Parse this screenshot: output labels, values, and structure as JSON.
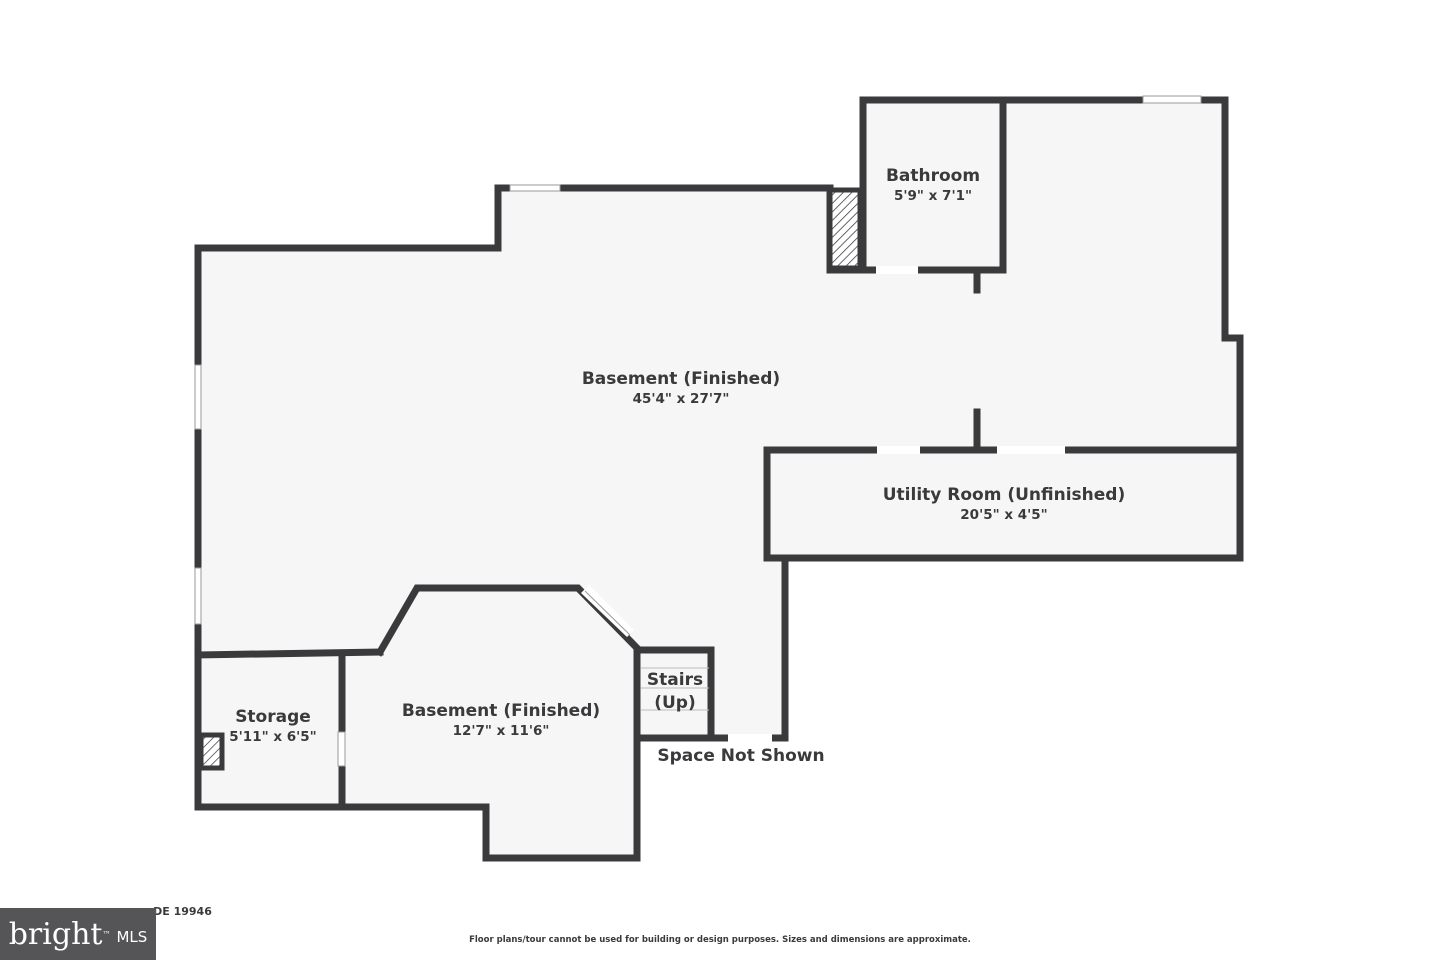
{
  "rooms": [
    {
      "name": "Bathroom",
      "dims": "5'9\" x 7'1\""
    },
    {
      "name": "Basement (Finished)",
      "dims": "45'4\" x 27'7\""
    },
    {
      "name": "Utility Room (Unfinished)",
      "dims": "20'5\" x 4'5\""
    },
    {
      "name": "Storage",
      "dims": "5'11\" x 6'5\""
    },
    {
      "name": "Basement (Finished)",
      "dims": "12'7\" x 11'6\""
    }
  ],
  "stairs": {
    "line1": "Stairs",
    "line2": "(Up)"
  },
  "space_not_shown": "Space Not Shown",
  "footer": {
    "address": "___ ______ __, ______ca, DE 19946",
    "disclaimer": "Floor plans/tour cannot be used for building or design purposes. Sizes and dimensions are approximate.",
    "badge_logo": "bright",
    "badge_mls": "MLS"
  },
  "colors": {
    "wall": "#3a3a3c",
    "floor": "#f6f6f6",
    "window": "#ffffff",
    "badge": "#555557"
  }
}
